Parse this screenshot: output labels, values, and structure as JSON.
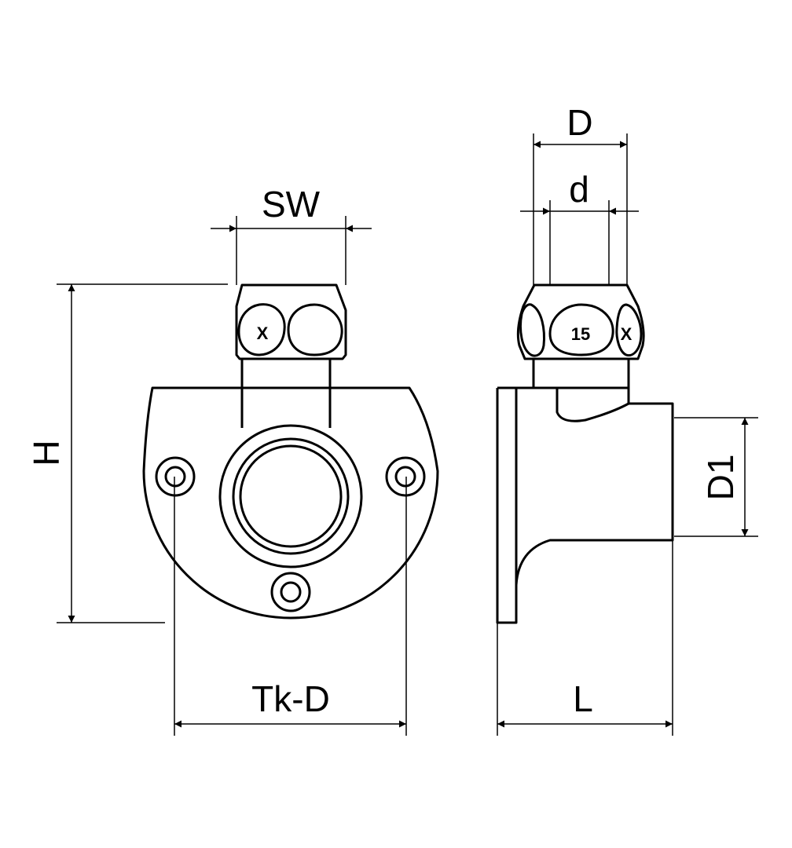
{
  "drawing": {
    "labels": {
      "sw": "SW",
      "h": "H",
      "tk_d": "Tk-D",
      "d_outer": "D",
      "d_inner": "d",
      "d1": "D1",
      "l": "L"
    },
    "nut_marks": {
      "front": "X",
      "side_center": "15",
      "side_right": "X"
    }
  }
}
